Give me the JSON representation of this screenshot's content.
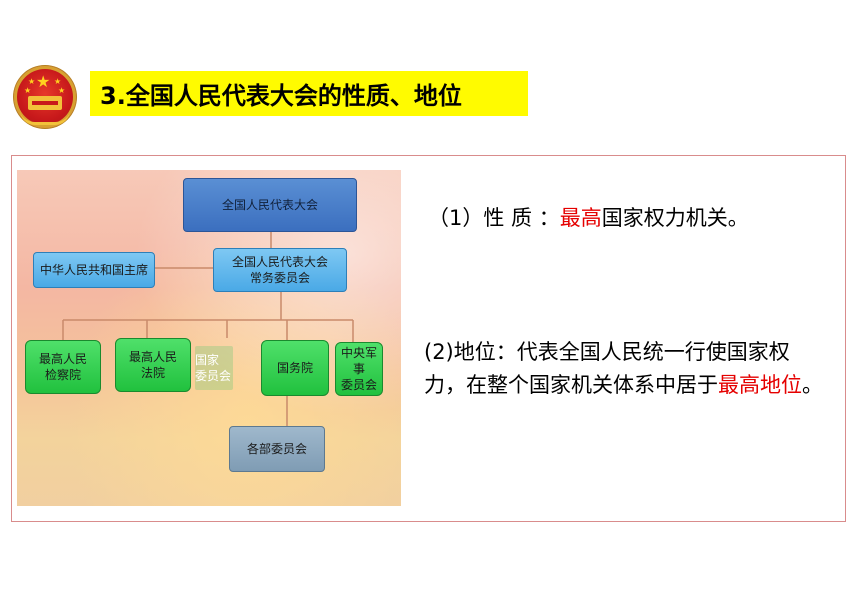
{
  "slide": {
    "title": "3.全国人民代表大会的性质、地位",
    "emblem_icon": "national-emblem-icon",
    "colors": {
      "title_bg": "#fffb00",
      "highlight": "#e50000",
      "frame_border": "#d98c8c"
    }
  },
  "diagram": {
    "nodes": {
      "npc": "全国人民代表大会",
      "president": "中华人民共和国主席",
      "standing_committee_l1": "全国人民代表大会",
      "standing_committee_l2": "常务委员会",
      "procuratorate_l1": "最高人民",
      "procuratorate_l2": "检察院",
      "court_l1": "最高人民",
      "court_l2": "法院",
      "supervision_l1": "国家",
      "supervision_l2": "委员会",
      "state_council": "国务院",
      "cmc_l1": "中央军事",
      "cmc_l2": "委员会",
      "ministries": "各部委员会"
    }
  },
  "nature": {
    "prefix": "（1）性 质 ：",
    "highlight": "最高",
    "suffix": "国家权力机关。"
  },
  "status": {
    "prefix": "(2)地位：代表全国人民统一行使国家权力，在整个国家机关体系中居于",
    "highlight": "最高地位",
    "suffix": "。"
  }
}
